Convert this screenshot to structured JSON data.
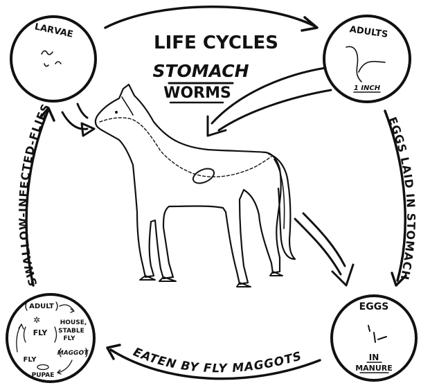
{
  "title": {
    "line1": "LIFE CYCLES",
    "line2": "STOMACH",
    "line3": "WORMS"
  },
  "stages": {
    "larvae": {
      "label": "LARVAE"
    },
    "adults": {
      "label": "ADULTS",
      "scale": "1 INCH"
    },
    "eggs": {
      "label": "EGGS",
      "note_line1": "IN",
      "note_line2": "MANURE"
    },
    "fly_cycle": {
      "adult": "ADULT",
      "fly_center": "FLY",
      "house": "HOUSE,",
      "stable": "STABLE",
      "fly_species": "FLY",
      "maggot": "MAGGOT",
      "fly_lower": "FLY",
      "pupae": "PUPAE"
    }
  },
  "arrows": {
    "right": "EGGS LAID IN STOMACH",
    "bottom": "EATEN BY FLY MAGGOTS",
    "left": "SWALLOW-INFECTED-FLIES"
  }
}
